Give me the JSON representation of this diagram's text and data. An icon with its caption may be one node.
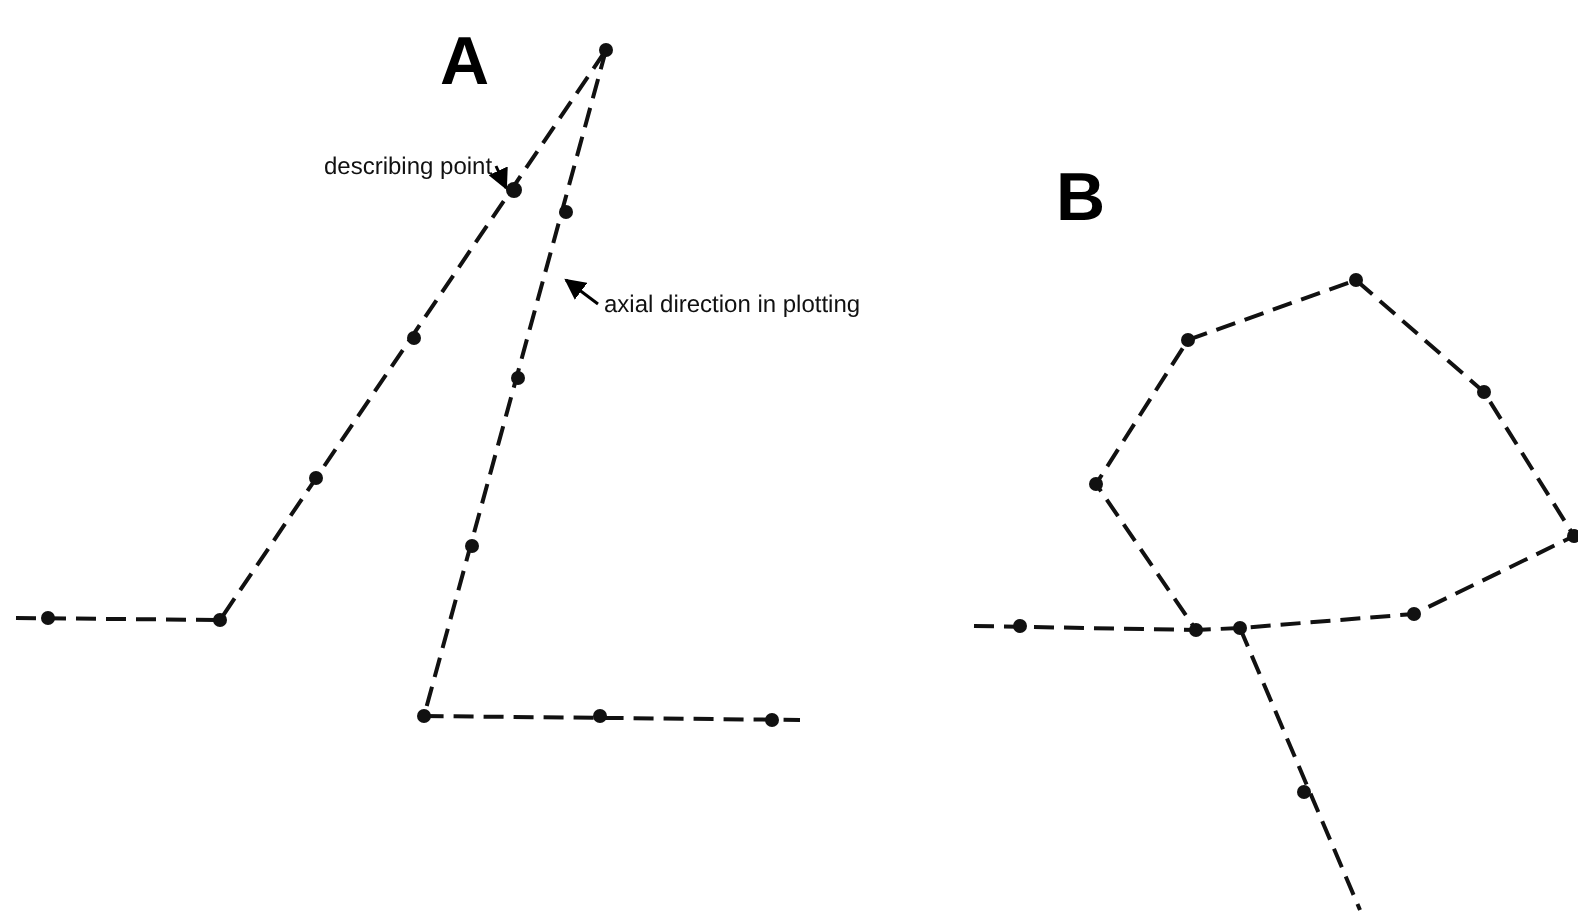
{
  "diagram": {
    "nodes": [
      {
        "text": [
          "describing point"
        ]
      },
      {
        "text": [
          "axial direction in plotting"
        ]
      },
      {
        "text": [],
        "shape": "circle"
      }
    ],
    "edges": [
      {
        "from": 0,
        "to": 2,
        "arrow": "to"
      },
      {
        "from": 1,
        "to": null,
        "arrow": "to"
      }
    ],
    "labels": [
      "A",
      "B"
    ]
  }
}
